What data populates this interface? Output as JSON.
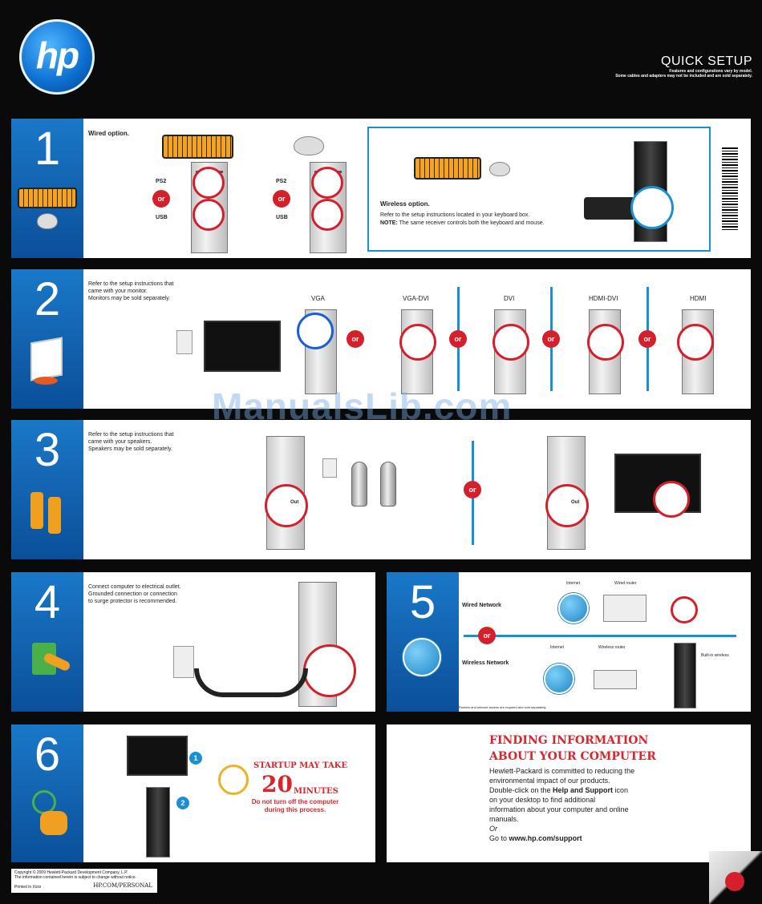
{
  "header": {
    "logo_text": "hp",
    "title": "QUICK SETUP",
    "note_line1": "Features and configurations vary by model.",
    "note_line2": "Some cables and adapters may not be included and are sold separately."
  },
  "step1": {
    "number": "1",
    "wired_title": "Wired option.",
    "ps2": "PS2",
    "or": "or",
    "usb": "USB",
    "wireless_title": "Wireless option.",
    "wireless_text": "Refer to the setup instructions located in your keyboard box.",
    "note_label": "NOTE:",
    "note_text": "The same receiver controls both the keyboard and mouse."
  },
  "step2": {
    "number": "2",
    "text1": "Refer to the setup instructions that",
    "text2": "came with your monitor.",
    "text3": "Monitors may be sold separately.",
    "labels": [
      "VGA",
      "VGA-DVI",
      "DVI",
      "HDMI-DVI",
      "HDMI"
    ],
    "or": "or"
  },
  "step3": {
    "number": "3",
    "text1": "Refer to the setup instructions that",
    "text2": "came with your speakers.",
    "text3": "Speakers may be sold separately.",
    "out": "Out",
    "or": "or"
  },
  "step4": {
    "number": "4",
    "text1": "Connect computer to electrical outlet.",
    "text2": "Grounded connection or connection",
    "text3": "to surge protector is recommended."
  },
  "step5": {
    "number": "5",
    "wired": "Wired Network",
    "wireless": "Wireless Network",
    "internet": "Internet",
    "wired_router": "Wired router",
    "wireless_router": "Wireless router",
    "builtin": "Built-in wireless",
    "or": "or",
    "footnote": "Routers and Internet access are required and sold separately."
  },
  "step6": {
    "number": "6",
    "badge1": "1",
    "badge2": "2",
    "startup": "STARTUP MAY TAKE",
    "minutes_num": "20",
    "minutes": "MINUTES",
    "warn1": "Do not turn off the computer",
    "warn2": "during this process."
  },
  "info": {
    "title1": "FINDING INFORMATION",
    "title2": "ABOUT YOUR COMPUTER",
    "p1": "Hewlett-Packard is committed to reducing the",
    "p2": "environmental impact of our products.",
    "p3a": "Double-click on the ",
    "p3b": "Help and Support",
    "p3c": " icon",
    "p4": "on your desktop to find additional",
    "p5": "information about your computer and online",
    "p6": "manuals.",
    "or": "Or",
    "p7a": "Go to ",
    "p7b": "www.hp.com/support"
  },
  "footer": {
    "copyright": "Copyright © 2009 Hewlett-Packard Development Company, L.P.",
    "notice": "The information contained herein is subject to change without notice.",
    "printed": "Printed in Xxxx",
    "url": "HP.COM/PERSONAL"
  },
  "watermark": "ManualsLib.com"
}
